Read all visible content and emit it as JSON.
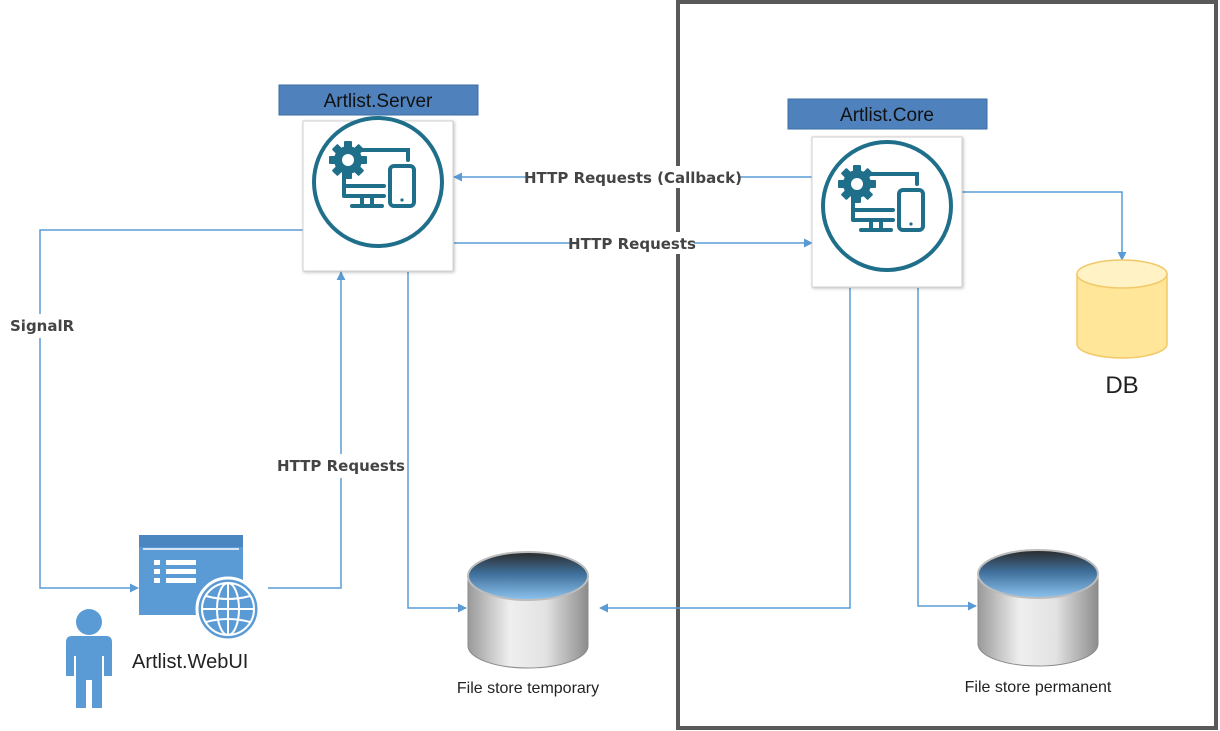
{
  "nodes": {
    "server": {
      "title": "Artlist.Server"
    },
    "core": {
      "title": "Artlist.Core"
    },
    "webui": {
      "label": "Artlist.WebUI"
    },
    "db": {
      "label": "DB"
    },
    "temp_store": {
      "label": "File store temporary"
    },
    "perm_store": {
      "label": "File store permanent"
    }
  },
  "connections": {
    "callback": "HTTP Requests (Callback)",
    "server_to_core": "HTTP Requests",
    "signalr": "SignalR",
    "webui_to_server": "HTTP Requests"
  },
  "colors": {
    "header_fill": "#4f81bd",
    "header_stroke": "#3a6ea5",
    "arrow": "#5b9bd5",
    "icon_ring": "#1f6f8b",
    "db_fill": "#ffe699",
    "db_stroke": "#f2c868",
    "db_label": "#2e75b6",
    "boundary": "#595959",
    "person": "#5b9bd5",
    "window": "#5b9bd5",
    "disk_top": "#5fa0d8",
    "disk_body": "#c8c8c8"
  },
  "icons": {
    "app_icon": "monitor-tablet-gear-icon",
    "person_icon": "person-icon",
    "web_app_icon": "web-browser-globe-icon",
    "database_icon": "database-cylinder-icon",
    "disk_icon": "disk-storage-icon"
  }
}
